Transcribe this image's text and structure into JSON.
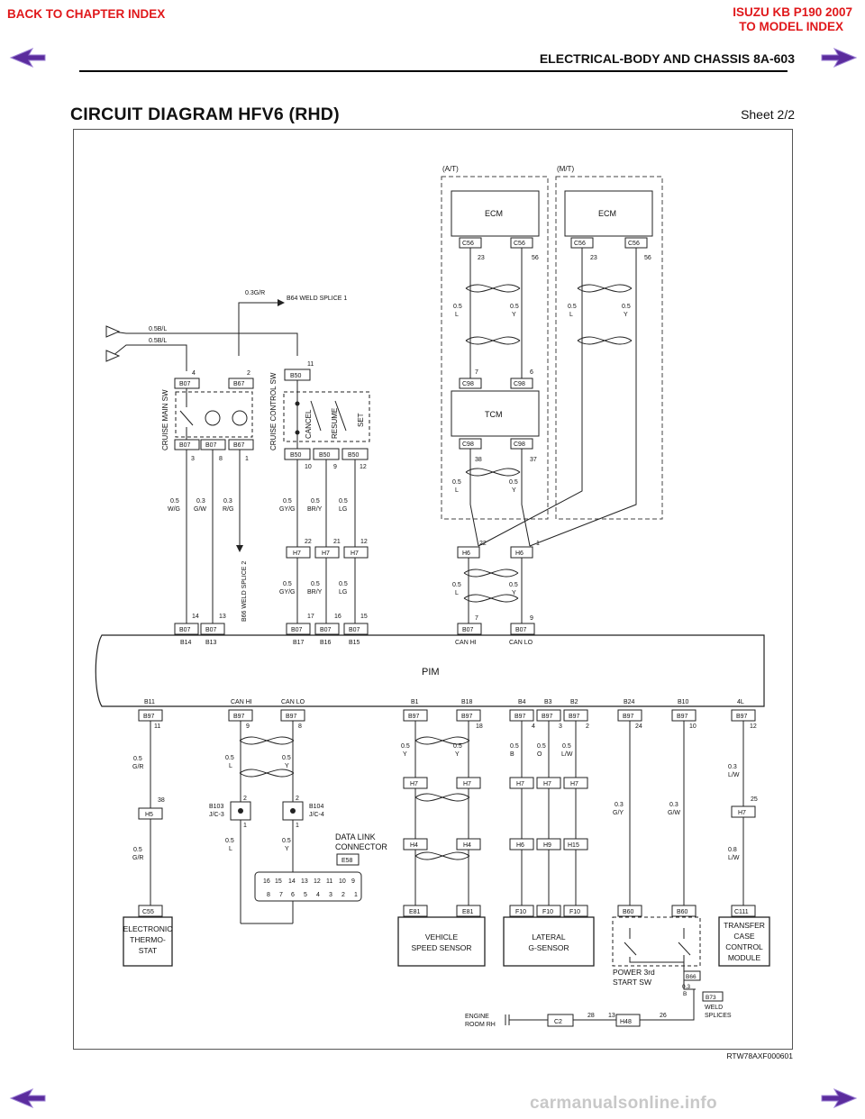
{
  "nav": {
    "back_chapter": "BACK TO CHAPTER INDEX",
    "brand": "ISUZU KB P190 2007",
    "model_index": "TO MODEL INDEX"
  },
  "header": {
    "section": "ELECTRICAL-BODY AND CHASSIS  8A-603",
    "title": "CIRCUIT DIAGRAM HFV6 (RHD)",
    "sheet": "Sheet 2/2"
  },
  "figure_ref": "RTW78AXF000601",
  "watermark": "carmanualsonline.info",
  "colors": {
    "nav_red": "#e0181b",
    "arrow_purple": "#5b2c9d",
    "line": "#222222"
  },
  "diagram": {
    "variants": {
      "at": "(A/T)",
      "mt": "(M/T)"
    },
    "modules": {
      "ecm": "ECM",
      "tcm": "TCM",
      "pim": "PIM",
      "cruise_main": "CRUISE MAIN SW",
      "cruise_control": "CRUISE CONTROL SW",
      "thermostat": [
        "ELECTRONIC",
        "THERMO-",
        "STAT"
      ],
      "vss": [
        "VEHICLE",
        "SPEED SENSOR"
      ],
      "lateral": [
        "LATERAL",
        "G-SENSOR"
      ],
      "transfer": [
        "TRANSFER",
        "CASE",
        "CONTROL",
        "MODULE"
      ],
      "power_sw": [
        "POWER 3rd",
        "START SW"
      ],
      "dlc": [
        "DATA LINK",
        "CONNECTOR"
      ],
      "weld": [
        "WELD",
        "SPLICES"
      ],
      "engine_room": [
        "ENGINE",
        "ROOM RH"
      ]
    },
    "switches": {
      "cancel": "CANCEL",
      "resume": "RESUME",
      "set": "SET"
    },
    "splice_labels": {
      "b64": "B64 WELD SPLICE 1",
      "b66": "B66 WELD SPLICE 2"
    },
    "connectors": {
      "c56": "C56",
      "c98": "C98",
      "h6": "H6",
      "h7": "H7",
      "b07": "B07",
      "b67": "B67",
      "b50": "B50",
      "b97": "B97",
      "c55": "C55",
      "h5": "H5",
      "h4": "H4",
      "h9": "H9",
      "h15": "H15",
      "e81": "E81",
      "f10": "F10",
      "b60": "B60",
      "c111": "C111",
      "e58": "E58",
      "b103": "B103",
      "b104": "B104",
      "jc3": "J/C-3",
      "jc4": "J/C-4",
      "b66": "B66",
      "b73": "B73",
      "c2": "C2",
      "h48": "H48"
    },
    "wires": {
      "w03gr": "0.3G/R",
      "w05bl": "0.5B/L",
      "w05l": "0.5",
      "w05y": "0.5",
      "wg": "W/G",
      "gw": "G/W",
      "rg": "R/G",
      "gyg": "GY/G",
      "bry": "BR/Y",
      "lg": "LG",
      "l": "L",
      "y": "Y",
      "gr": "G/R",
      "b": "B",
      "o": "O",
      "lw": "L/W",
      "gy": "G/Y",
      "gw2": "G/W",
      "v05": "0.5",
      "v03": "0.3",
      "v08": "0.8"
    },
    "pim_pins_top": [
      "B14",
      "B13",
      "B17",
      "B16",
      "B15",
      "CAN HI",
      "CAN LO"
    ],
    "pim_pins_bottom": [
      "B11",
      "CAN HI",
      "CAN LO",
      "B1",
      "B18",
      "B4",
      "B3",
      "B2",
      "B24",
      "B10",
      "4L"
    ],
    "dlc_pins_top": [
      "16",
      "15",
      "14",
      "13",
      "12",
      "11",
      "10",
      "9"
    ],
    "dlc_pins_bottom": [
      "8",
      "7",
      "6",
      "5",
      "4",
      "3",
      "2",
      "1"
    ],
    "pin_numbers": {
      "ecm_23": "23",
      "ecm_56": "56",
      "tcm_7": "7",
      "tcm_6": "6",
      "tcm_38": "38",
      "tcm_37": "37",
      "h6_22": "22",
      "h6_1": "1",
      "p2": "2",
      "p4": "4",
      "p11": "11",
      "p3": "3",
      "p8": "8",
      "p1": "1",
      "p10": "10",
      "p9": "9",
      "p12": "12",
      "p21": "21",
      "p14": "14",
      "p13": "13",
      "p17": "17",
      "p16": "16",
      "p15": "15",
      "p7": "7",
      "p38": "38",
      "p18": "18",
      "p24": "24",
      "p25": "25",
      "p5": "5",
      "p28": "28",
      "p26": "26"
    }
  }
}
